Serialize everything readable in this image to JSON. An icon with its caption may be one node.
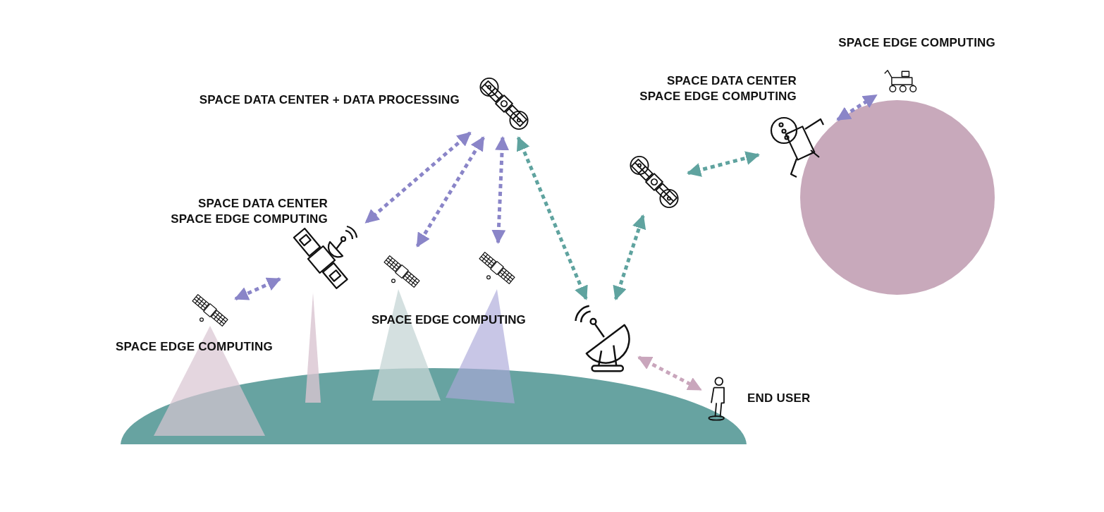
{
  "diagram": {
    "nodes": [
      {
        "text": [],
        "shape": "picture",
        "beside": [
          "SPACE DATA CENTER + DATA PROCESSING"
        ]
      },
      {
        "text": [],
        "shape": "picture",
        "beside": [
          "SPACE DATA CENTER",
          "SPACE EDGE COMPUTING"
        ]
      },
      {
        "text": [],
        "shape": "picture",
        "beside": [
          "SPACE EDGE COMPUTING"
        ]
      },
      {
        "text": [],
        "shape": "picture"
      },
      {
        "text": [],
        "shape": "picture"
      },
      {
        "text": [],
        "shape": "picture"
      },
      {
        "text": [],
        "shape": "picture",
        "beside": [
          "SPACE DATA CENTER",
          "SPACE EDGE COMPUTING"
        ]
      },
      {
        "text": [],
        "shape": "picture",
        "beside": [
          "SPACE EDGE COMPUTING"
        ]
      },
      {
        "text": [],
        "shape": "picture"
      },
      {
        "text": [],
        "shape": "person",
        "beside": [
          "END USER"
        ]
      }
    ],
    "edges": [
      {
        "from": 0,
        "to": 1,
        "arrow": "both",
        "style": "dashed"
      },
      {
        "from": 0,
        "to": 3,
        "arrow": "both",
        "style": "dashed"
      },
      {
        "from": 0,
        "to": 4,
        "arrow": "both",
        "style": "dashed"
      },
      {
        "from": 0,
        "to": 8,
        "arrow": "both",
        "style": "dashed",
        "color": "#5fa39f"
      },
      {
        "from": 1,
        "to": 2,
        "arrow": "both",
        "style": "dashed"
      },
      {
        "from": 8,
        "to": 5,
        "arrow": "both",
        "style": "dashed",
        "color": "#5fa39f"
      },
      {
        "from": 5,
        "to": 6,
        "arrow": "both",
        "style": "dashed",
        "color": "#5fa39f"
      },
      {
        "from": 6,
        "to": 7,
        "arrow": "both",
        "style": "dashed"
      },
      {
        "from": 8,
        "to": 9,
        "arrow": "both",
        "style": "dashed",
        "color": "#c9a6bc"
      }
    ],
    "labels": [
      "SPACE EDGE COMPUTING"
    ]
  }
}
